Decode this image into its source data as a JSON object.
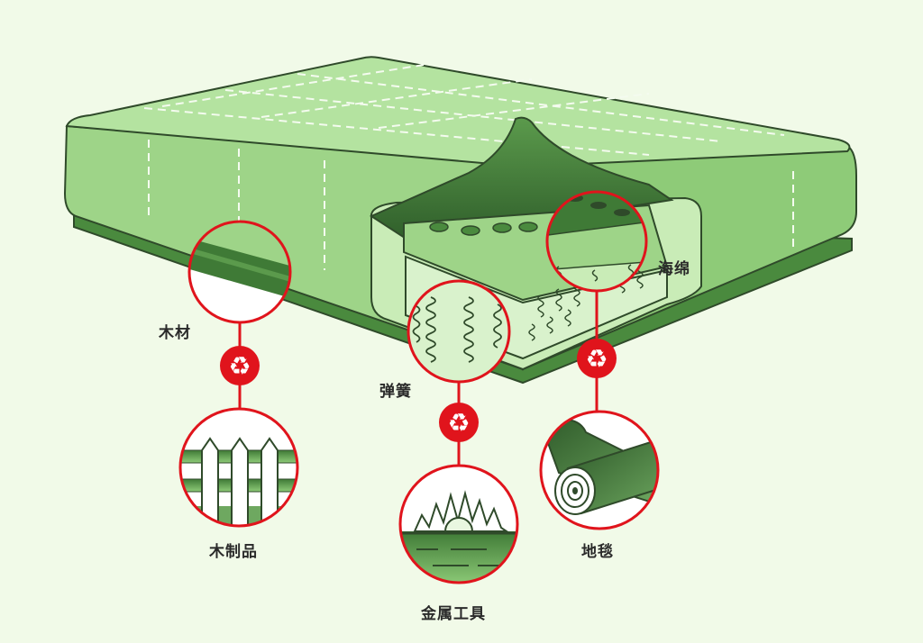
{
  "labels": {
    "wood": "木材",
    "spring": "弹簧",
    "sponge": "海绵",
    "wood_products": "木制品",
    "metal_tools": "金属工具",
    "carpet": "地毯"
  },
  "colors": {
    "background": "#f1fae8",
    "mattress_light": "#b4e3a0",
    "mattress_mid": "#8ecb78",
    "mattress_dark": "#4a8a3e",
    "outline": "#2f4a2a",
    "accent_red": "#e0141c"
  },
  "icons": [
    "recycle-icon",
    "fence-icon",
    "saw-blade-icon",
    "carpet-roll-icon"
  ]
}
